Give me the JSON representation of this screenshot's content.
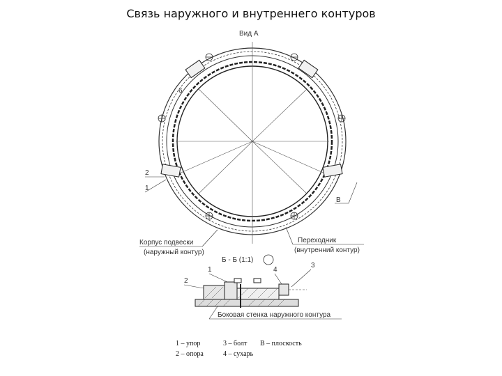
{
  "title": "Связь наружного и внутреннего контуров",
  "view_label": "Вид А",
  "callouts": {
    "c6": "6",
    "c2": "2",
    "c1": "1",
    "cB": "В"
  },
  "outer_label": [
    "Корпус подвески",
    "(наружный контур)"
  ],
  "inner_label": [
    "Переходник",
    "(внутренний контур)"
  ],
  "section_label": "Б - Б (1:1)",
  "section_callouts": {
    "n1": "1",
    "n2": "2",
    "n3": "3",
    "n4": "4"
  },
  "wall_label": "Боковая стенка наружного контура",
  "legend": {
    "row1": [
      "1 – упор",
      "3 – болт",
      "В – плоскость"
    ],
    "row2": [
      "2 – опора",
      "4 – сухарь"
    ]
  }
}
